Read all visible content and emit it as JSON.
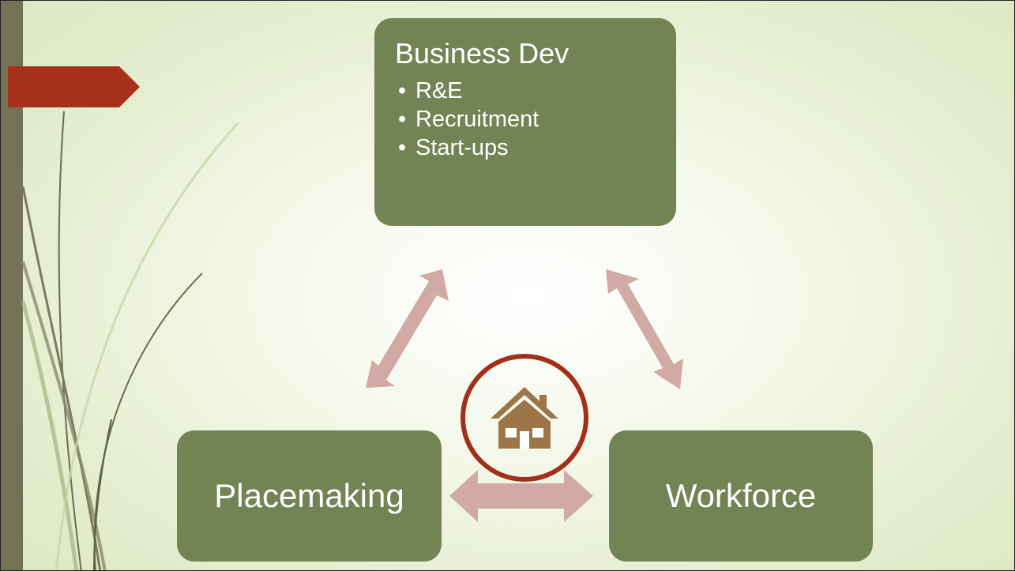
{
  "diagram": {
    "top_box": {
      "title": "Business Dev",
      "bullets": [
        "R&E",
        "Recruitment",
        "Start-ups"
      ]
    },
    "left_box": {
      "title": "Placemaking"
    },
    "right_box": {
      "title": "Workforce"
    },
    "center_icon": "house-icon",
    "connectors": [
      "business-placemaking",
      "business-workforce",
      "placemaking-workforce"
    ]
  },
  "colors": {
    "box_fill": "#728454",
    "arrow_fill": "#d1a9a5",
    "accent_red": "#a7301a",
    "sidebar_bar": "#757257",
    "house_icon": "#9c7646",
    "circle_border": "#a0301a"
  }
}
